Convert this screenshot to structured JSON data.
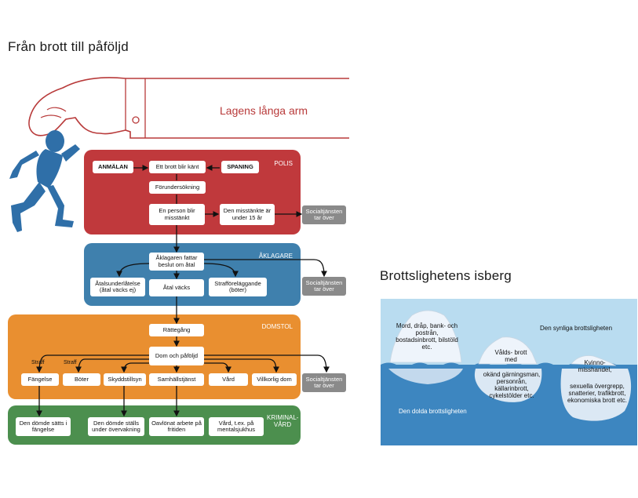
{
  "left_title": "Från brott till påföljd",
  "arm_caption": "Lagens långa arm",
  "polis": {
    "label": "POLIS",
    "anmalan": "ANMÄLAN",
    "brott_kant": "Ett brott blir känt",
    "spaning": "SPANING",
    "forundersokning": "Förundersökning",
    "misstankt": "En person blir misstänkt",
    "under15": "Den misstänkte är under 15 år",
    "social": "Socialtjänsten tar över"
  },
  "aklagare": {
    "label": "ÅKLAGARE",
    "beslut": "Åklagaren fattar beslut om åtal",
    "atalsunderlatelse": "Åtalsunderlåtelse (åtal väcks ej)",
    "atal_vacks": "Åtal väcks",
    "strafforelaggande": "Strafföreläggande (böter)",
    "social": "Socialtjänsten tar över"
  },
  "domstol": {
    "label": "DOMSTOL",
    "rattegang": "Rättegång",
    "dom": "Dom och påföljd",
    "straff1": "Straff",
    "straff2": "Straff",
    "fangelse": "Fängelse",
    "boter": "Böter",
    "skyddstillsyn": "Skyddstillsyn",
    "samhallstjanst": "Samhällstjänst",
    "vard": "Vård",
    "villkorlig": "Villkorlig dom",
    "social": "Socialtjänsten tar över"
  },
  "kriminalvard": {
    "label": "KRIMINAL-VÅRD",
    "fangelse": "Den dömde sätts i fängelse",
    "overvakning": "Den dömde ställs under övervakning",
    "oavlonat": "Oavlönat arbete på fritiden",
    "vard": "Vård, t.ex. på mentalsjukhus"
  },
  "right_title": "Brottslighetens isberg",
  "iceberg": {
    "visible_label": "Den synliga brottsligheten",
    "hidden_label": "Den dolda brottsligheten",
    "berg1": "Mord, dråp, bank- och postrån, bostadsinbrott, bilstöld etc.",
    "berg2_top": "Vålds- brott med",
    "berg2_bottom": "okänd gärningsman, personrån, källarinbrott, cykelstölder etc.",
    "berg3_top": "Kvinno- misshandel,",
    "berg3_bottom": "sexuella övergrepp, snatterier, trafikbrott, ekonomiska brott etc."
  },
  "colors": {
    "polis": "#c0393c",
    "aklagare": "#3f80ad",
    "domstol": "#e98f30",
    "kriminalvard": "#4c8f4e",
    "gray": "#8a8a8a",
    "figure": "#2f6fa8",
    "arm": "#b83a3a",
    "sky": "#b9dcf0",
    "sea": "#3d86c0"
  }
}
